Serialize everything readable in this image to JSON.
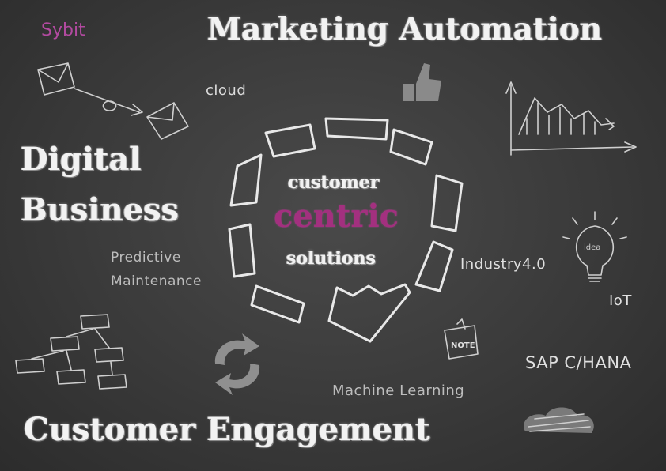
{
  "brand": "Sybit",
  "headlines": {
    "marketing_automation": "Marketing Automation",
    "digital_line1": "Digital",
    "digital_line2": "Business",
    "customer_engagement": "Customer Engagement"
  },
  "center": {
    "line1": "customer",
    "line2": "centric",
    "line3": "solutions"
  },
  "keywords": {
    "cloud": "cloud",
    "predictive_line1": "Predictive",
    "predictive_line2": "Maintenance",
    "industry": "Industry4.0",
    "iot": "IoT",
    "sap": "SAP C/HANA",
    "machine_learning": "Machine Learning"
  },
  "icon_labels": {
    "idea": "idea",
    "note": "NOTE"
  },
  "colors": {
    "accent": "#a3307f",
    "chalk": "#f2f2f2",
    "board": "#3a3a3a"
  }
}
